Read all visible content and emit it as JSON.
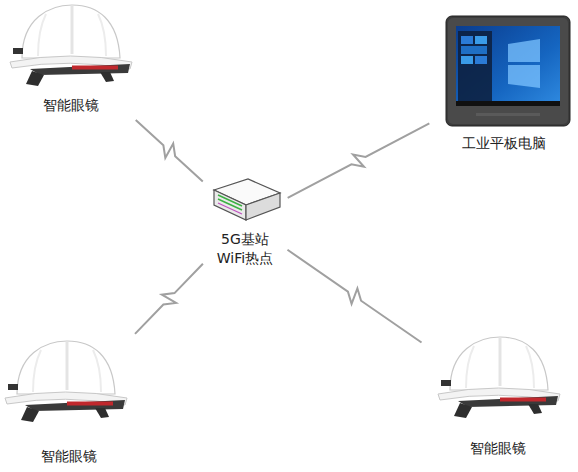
{
  "diagram": {
    "nodes": [
      {
        "text": [
          "智能眼镜"
        ]
      },
      {
        "text": [
          "工业平板电脑"
        ]
      },
      {
        "text": [
          "5G基站 WiFi热点"
        ]
      },
      {
        "text": [
          "智能眼镜"
        ]
      },
      {
        "text": [
          "智能眼镜"
        ]
      }
    ],
    "edges": [
      {
        "from": 0,
        "to": 2,
        "arrow": "none"
      },
      {
        "from": 1,
        "to": 2,
        "arrow": "none"
      },
      {
        "from": 3,
        "to": 2,
        "arrow": "none"
      },
      {
        "from": 4,
        "to": 2,
        "arrow": "none"
      }
    ]
  }
}
